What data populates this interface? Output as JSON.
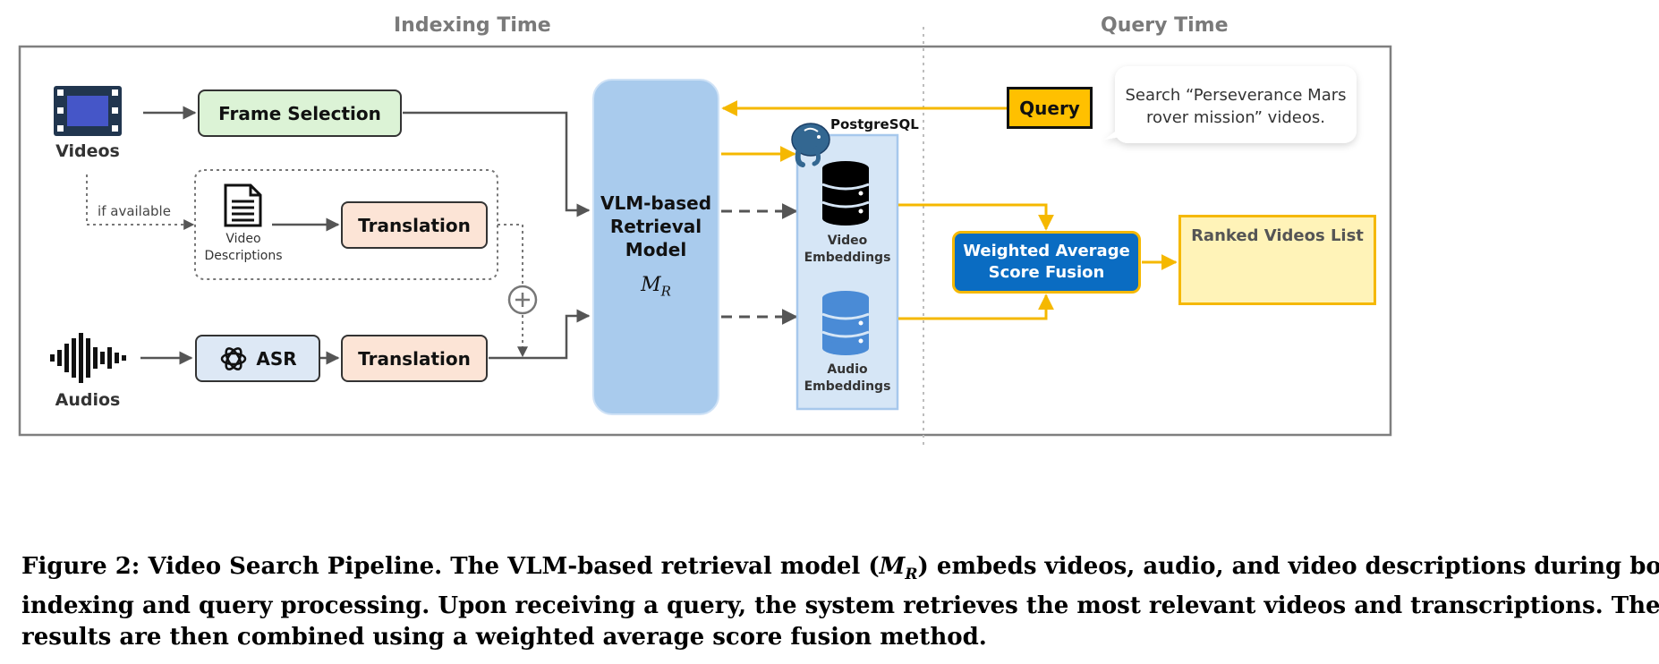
{
  "sections": {
    "indexing": "Indexing Time",
    "query": "Query Time"
  },
  "inputs": {
    "videos": "Videos",
    "audios": "Audios",
    "if_available": "if available",
    "descriptions_line1": "Video",
    "descriptions_line2": "Descriptions"
  },
  "nodes": {
    "frame_selection": "Frame Selection",
    "translation_desc": "Translation",
    "asr": "ASR",
    "translation_audio": "Translation",
    "vlm_line1": "VLM-based",
    "vlm_line2": "Retrieval",
    "vlm_line3": "Model",
    "vlm_symbol": "M",
    "vlm_subscript": "R",
    "postgres": "PostgreSQL",
    "video_emb_line1": "Video",
    "video_emb_line2": "Embeddings",
    "audio_emb_line1": "Audio",
    "audio_emb_line2": "Embeddings",
    "query": "Query",
    "query_text_line1": "Search “Perseverance Mars",
    "query_text_line2": "rover mission” videos.",
    "fusion_line1": "Weighted Average",
    "fusion_line2": "Score Fusion",
    "ranked": "Ranked Videos List"
  },
  "caption": {
    "line1_a": "Figure 2: Video Search Pipeline. The VLM-based retrieval model (",
    "line1_sym": "M",
    "line1_sub": "R",
    "line1_b": ") embeds videos, audio, and video descriptions during both",
    "line2": "indexing and query processing. Upon receiving a query, the system retrieves the most relevant videos and transcriptions. The",
    "line3": "results are then combined using a weighted average score fusion method."
  },
  "colors": {
    "frame_selection_fill": "#dcf3d6",
    "translation_fill": "#fce4d6",
    "asr_fill": "#dde8f5",
    "vlm_fill": "#a9cbed",
    "db_panel_fill": "#d6e6f6",
    "db_top": "#000000",
    "db_bottom": "#4a8bd6",
    "query_fill": "#ffc000",
    "fusion_fill": "#0a6cc2",
    "ranked_fill": "#fff3b8",
    "accent_arrow": "#f5b800",
    "gray_arrow": "#555555"
  }
}
